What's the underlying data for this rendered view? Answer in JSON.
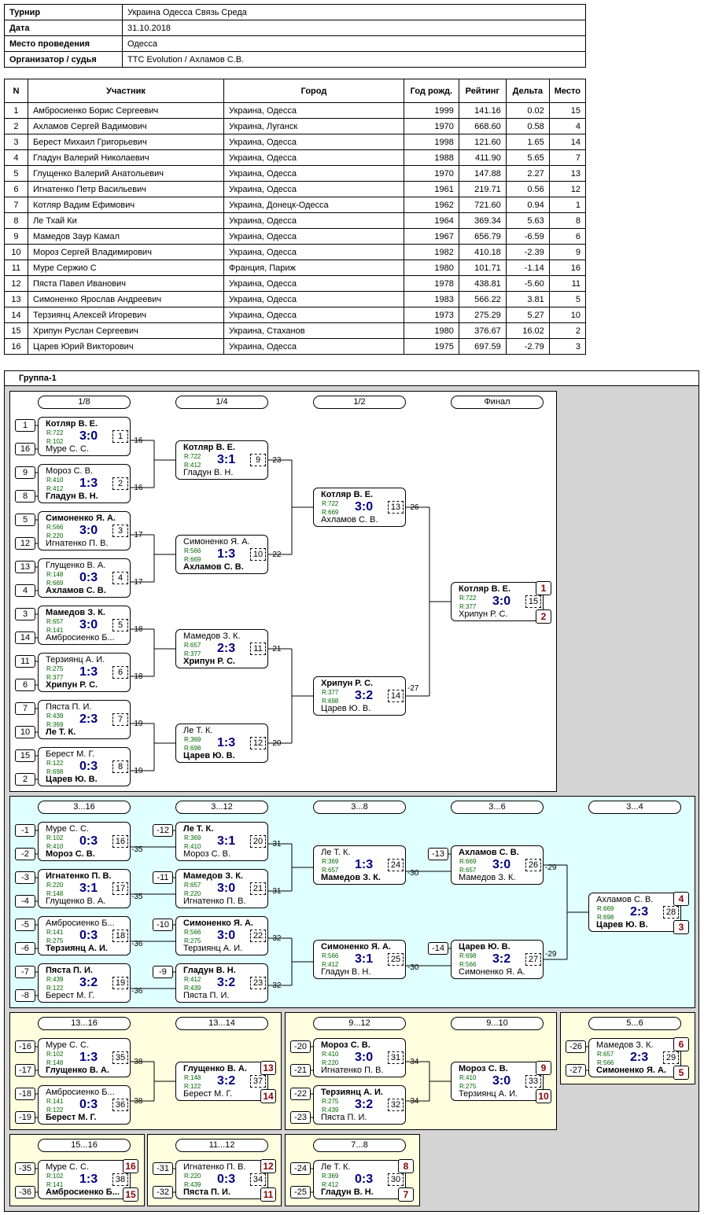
{
  "info": [
    {
      "k": "Турнир",
      "v": "Украина Одесса Связь Среда"
    },
    {
      "k": "Дата",
      "v": "31.10.2018"
    },
    {
      "k": "Место проведения",
      "v": "Одесса"
    },
    {
      "k": "Организатор / судья",
      "v": "TTC Evolution / Ахламов С.В."
    }
  ],
  "headers": [
    "N",
    "Участник",
    "Город",
    "Год рожд.",
    "Рейтинг",
    "Дельта",
    "Место"
  ],
  "players": [
    [
      "1",
      "Амбросиенко Борис Сергеевич",
      "Украина, Одесса",
      "1999",
      "141.16",
      "0.02",
      "15"
    ],
    [
      "2",
      "Ахламов Сергей Вадимович",
      "Украина, Луганск",
      "1970",
      "668.60",
      "0.58",
      "4"
    ],
    [
      "3",
      "Берест Михаил Григорьевич",
      "Украина, Одесса",
      "1998",
      "121.60",
      "1.65",
      "14"
    ],
    [
      "4",
      "Гладун Валерий Николаевич",
      "Украина, Одесса",
      "1988",
      "411.90",
      "5.65",
      "7"
    ],
    [
      "5",
      "Глущенко Валерий Анатольевич",
      "Украина, Одесса",
      "1970",
      "147.88",
      "2.27",
      "13"
    ],
    [
      "6",
      "Игнатенко Петр Васильевич",
      "Украина, Одесса",
      "1961",
      "219.71",
      "0.56",
      "12"
    ],
    [
      "7",
      "Котляр Вадим Ефимович",
      "Украина, Донецк-Одесса",
      "1962",
      "721.60",
      "0.94",
      "1"
    ],
    [
      "8",
      "Ле Тхай Ки",
      "Украина, Одесса",
      "1964",
      "369.34",
      "5.63",
      "8"
    ],
    [
      "9",
      "Мамедов Заур Камал",
      "Украина, Одесса",
      "1967",
      "656.79",
      "-6.59",
      "6"
    ],
    [
      "10",
      "Мороз Сергей Владимирович",
      "Украина, Одесса",
      "1982",
      "410.18",
      "-2.39",
      "9"
    ],
    [
      "11",
      "Муре Сержио С",
      "Франция, Париж",
      "1980",
      "101.71",
      "-1.14",
      "16"
    ],
    [
      "12",
      "Пяста Павел Иванович",
      "Украина, Одесса",
      "1978",
      "438.81",
      "-5.60",
      "11"
    ],
    [
      "13",
      "Симоненко Ярослав Андреевич",
      "Украина, Одесса",
      "1983",
      "566.22",
      "3.81",
      "5"
    ],
    [
      "14",
      "Терзиянц Алексей Игоревич",
      "Украина, Одесса",
      "1973",
      "275.29",
      "5.27",
      "10"
    ],
    [
      "15",
      "Хрипун Руслан Сергеевич",
      "Украина, Стаханов",
      "1980",
      "376.67",
      "16.02",
      "2"
    ],
    [
      "16",
      "Царев Юрий Викторович",
      "Украина, Одесса",
      "1975",
      "697.59",
      "-2.79",
      "3"
    ]
  ],
  "group_title": "Группа-1",
  "round_labels": [
    "1/8",
    "1/4",
    "1/2",
    "Финал",
    "3...16",
    "3...12",
    "3...8",
    "3...6",
    "3...4",
    "13...16",
    "13...14",
    "9...12",
    "9...10",
    "5...6",
    "15...16",
    "11...12",
    "7...8"
  ],
  "matches": [
    {
      "p1": "Котляр В. Е.",
      "r1": "R:722",
      "p2": "Муре С. С.",
      "r2": "R:102",
      "score": "3:0",
      "num": "1",
      "win": 1
    },
    {
      "p1": "Мороз С. В.",
      "r1": "R:410",
      "p2": "Гладун В. Н.",
      "r2": "R:412",
      "score": "1:3",
      "num": "2",
      "win": 2
    },
    {
      "p1": "Симоненко Я. А.",
      "r1": "R:566",
      "p2": "Игнатенко П. В.",
      "r2": "R:220",
      "score": "3:0",
      "num": "3",
      "win": 1
    },
    {
      "p1": "Глущенко В. А.",
      "r1": "R:148",
      "p2": "Ахламов С. В.",
      "r2": "R:669",
      "score": "0:3",
      "num": "4",
      "win": 2
    },
    {
      "p1": "Мамедов З. К.",
      "r1": "R:657",
      "p2": "Амбросиенко Б...",
      "r2": "R:141",
      "score": "3:0",
      "num": "5",
      "win": 1
    },
    {
      "p1": "Терзиянц А. И.",
      "r1": "R:275",
      "p2": "Хрипун Р. С.",
      "r2": "R:377",
      "score": "1:3",
      "num": "6",
      "win": 2
    },
    {
      "p1": "Пяста П. И.",
      "r1": "R:439",
      "p2": "Ле Т. К.",
      "r2": "R:369",
      "score": "2:3",
      "num": "7",
      "win": 2
    },
    {
      "p1": "Берест М. Г.",
      "r1": "R:122",
      "p2": "Царев Ю. В.",
      "r2": "R:698",
      "score": "0:3",
      "num": "8",
      "win": 2
    },
    {
      "p1": "Котляр В. Е.",
      "r1": "R:722",
      "p2": "Гладун В. Н.",
      "r2": "R:412",
      "score": "3:1",
      "num": "9",
      "win": 1
    },
    {
      "p1": "Симоненко Я. А.",
      "r1": "R:566",
      "p2": "Ахламов С. В.",
      "r2": "R:669",
      "score": "1:3",
      "num": "10",
      "win": 2
    },
    {
      "p1": "Мамедов З. К.",
      "r1": "R:657",
      "p2": "Хрипун Р. С.",
      "r2": "R:377",
      "score": "2:3",
      "num": "11",
      "win": 2
    },
    {
      "p1": "Ле Т. К.",
      "r1": "R:369",
      "p2": "Царев Ю. В.",
      "r2": "R:698",
      "score": "1:3",
      "num": "12",
      "win": 2
    },
    {
      "p1": "Котляр В. Е.",
      "r1": "R:722",
      "p2": "Ахламов С. В.",
      "r2": "R:669",
      "score": "3:0",
      "num": "13",
      "win": 1
    },
    {
      "p1": "Хрипун Р. С.",
      "r1": "R:377",
      "p2": "Царев Ю. В.",
      "r2": "R:698",
      "score": "3:2",
      "num": "14",
      "win": 1
    },
    {
      "p1": "Котляр В. Е.",
      "r1": "R:722",
      "p2": "Хрипун Р. С.",
      "r2": "R:377",
      "score": "3:0",
      "num": "15",
      "win": 1
    },
    {
      "p1": "Муре С. С.",
      "r1": "R:102",
      "p2": "Мороз С. В.",
      "r2": "R:410",
      "score": "0:3",
      "num": "16",
      "win": 2
    },
    {
      "p1": "Игнатенко П. В.",
      "r1": "R:220",
      "p2": "Глущенко В. А.",
      "r2": "R:148",
      "score": "3:1",
      "num": "17",
      "win": 1
    },
    {
      "p1": "Амбросиенко Б...",
      "r1": "R:141",
      "p2": "Терзиянц А. И.",
      "r2": "R:275",
      "score": "0:3",
      "num": "18",
      "win": 2
    },
    {
      "p1": "Пяста П. И.",
      "r1": "R:439",
      "p2": "Берест М. Г.",
      "r2": "R:122",
      "score": "3:2",
      "num": "19",
      "win": 1
    },
    {
      "p1": "Ле Т. К.",
      "r1": "R:369",
      "p2": "Мороз С. В.",
      "r2": "R:410",
      "score": "3:1",
      "num": "20",
      "win": 1
    },
    {
      "p1": "Мамедов З. К.",
      "r1": "R:657",
      "p2": "Игнатенко П. В.",
      "r2": "R:220",
      "score": "3:0",
      "num": "21",
      "win": 1
    },
    {
      "p1": "Симоненко Я. А.",
      "r1": "R:566",
      "p2": "Терзиянц А. И.",
      "r2": "R:275",
      "score": "3:0",
      "num": "22",
      "win": 1
    },
    {
      "p1": "Гладун В. Н.",
      "r1": "R:412",
      "p2": "Пяста П. И.",
      "r2": "R:439",
      "score": "3:2",
      "num": "23",
      "win": 1
    },
    {
      "p1": "Ле Т. К.",
      "r1": "R:369",
      "p2": "Мамедов З. К.",
      "r2": "R:657",
      "score": "1:3",
      "num": "24",
      "win": 2
    },
    {
      "p1": "Симоненко Я. А.",
      "r1": "R:566",
      "p2": "Гладун В. Н.",
      "r2": "R:412",
      "score": "3:1",
      "num": "25",
      "win": 1
    },
    {
      "p1": "Ахламов С. В.",
      "r1": "R:669",
      "p2": "Мамедов З. К.",
      "r2": "R:657",
      "score": "3:0",
      "num": "26",
      "win": 1
    },
    {
      "p1": "Царев Ю. В.",
      "r1": "R:698",
      "p2": "Симоненко Я. А.",
      "r2": "R:566",
      "score": "3:2",
      "num": "27",
      "win": 1
    },
    {
      "p1": "Ахламов С. В.",
      "r1": "R:669",
      "p2": "Царев Ю. В.",
      "r2": "R:698",
      "score": "2:3",
      "num": "28",
      "win": 2
    },
    {
      "p1": "Мамедов З. К.",
      "r1": "R:657",
      "p2": "Симоненко Я. А.",
      "r2": "R:566",
      "score": "2:3",
      "num": "29",
      "win": 2
    },
    {
      "p1": "Мороз С. В.",
      "r1": "R:410",
      "p2": "Игнатенко П. В.",
      "r2": "R:220",
      "score": "3:0",
      "num": "31",
      "win": 1
    },
    {
      "p1": "Терзиянц А. И.",
      "r1": "R:275",
      "p2": "Пяста П. И.",
      "r2": "R:439",
      "score": "3:2",
      "num": "32",
      "win": 1
    },
    {
      "p1": "Мороз С. В.",
      "r1": "R:410",
      "p2": "Терзиянц А. И.",
      "r2": "R:275",
      "score": "3:0",
      "num": "33",
      "win": 1
    },
    {
      "p1": "Муре С. С.",
      "r1": "R:102",
      "p2": "Глущенко В. А.",
      "r2": "R:148",
      "score": "1:3",
      "num": "35",
      "win": 2
    },
    {
      "p1": "Амбросиенко Б...",
      "r1": "R:141",
      "p2": "Берест М. Г.",
      "r2": "R:122",
      "score": "0:3",
      "num": "36",
      "win": 2
    },
    {
      "p1": "Глущенко В. А.",
      "r1": "R:148",
      "p2": "Берест М. Г.",
      "r2": "R:122",
      "score": "3:2",
      "num": "37",
      "win": 1
    },
    {
      "p1": "Муре С. С.",
      "r1": "R:102",
      "p2": "Амбросиенко Б...",
      "r2": "R:141",
      "score": "1:3",
      "num": "38",
      "win": 2
    },
    {
      "p1": "Игнатенко П. В.",
      "r1": "R:220",
      "p2": "Пяста П. И.",
      "r2": "R:439",
      "score": "0:3",
      "num": "34",
      "win": 2
    },
    {
      "p1": "Ле Т. К.",
      "r1": "R:369",
      "p2": "Гладун В. Н.",
      "r2": "R:412",
      "score": "0:3",
      "num": "30",
      "win": 2
    }
  ],
  "seeds": [
    "1",
    "16",
    "9",
    "8",
    "5",
    "12",
    "13",
    "4",
    "3",
    "14",
    "11",
    "6",
    "7",
    "10",
    "15",
    "2",
    "-1",
    "-2",
    "-3",
    "-4",
    "-5",
    "-6",
    "-7",
    "-8",
    "-12",
    "-11",
    "-10",
    "-9",
    "-13",
    "-14",
    "-16",
    "-17",
    "-18",
    "-19",
    "-20",
    "-21",
    "-22",
    "-23",
    "-26",
    "-27",
    "-35",
    "-36",
    "-31",
    "-32",
    "-24",
    "-25"
  ],
  "loser_refs": [
    "-16",
    "-16",
    "-17",
    "-17",
    "-18",
    "-18",
    "-19",
    "-19",
    "-23",
    "-22",
    "-21",
    "-20",
    "-26",
    "-27",
    "-35",
    "-35",
    "-36",
    "-36",
    "-31",
    "-31",
    "-32",
    "-32",
    "-30",
    "-30",
    "-29",
    "-29",
    "-38",
    "-38",
    "-34",
    "-34"
  ],
  "ranks": [
    "1",
    "2",
    "4",
    "3",
    "13",
    "14",
    "9",
    "10",
    "6",
    "5",
    "16",
    "15",
    "12",
    "11",
    "8",
    "7"
  ],
  "colors": {
    "ko": "#ffffff",
    "losers": "#e0ffff",
    "place": "#ffffe0",
    "bg": "#d4d4d4",
    "score": "#000080",
    "rating": "#006400",
    "rank": "#8b0000"
  }
}
